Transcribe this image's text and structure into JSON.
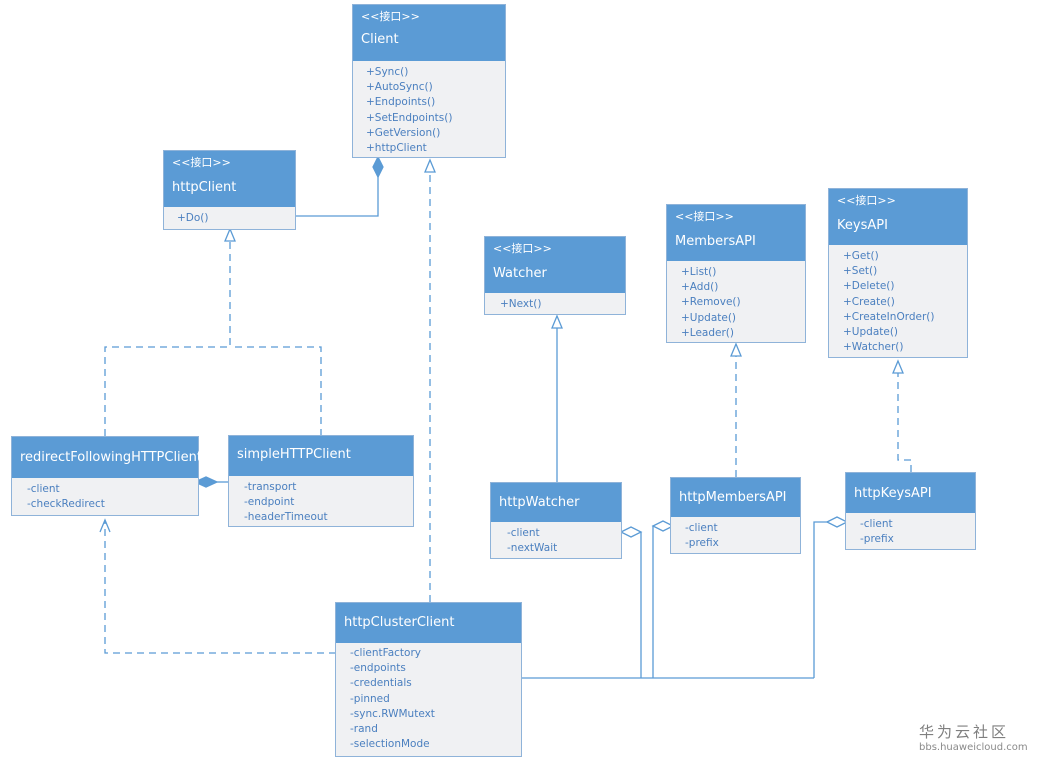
{
  "classes": {
    "client": {
      "stereotype": "<<接口>>",
      "name": "Client",
      "members": [
        "+Sync()",
        "+AutoSync()",
        "+Endpoints()",
        "+SetEndpoints()",
        "+GetVersion()",
        "+httpClient"
      ]
    },
    "http_client": {
      "stereotype": "<<接口>>",
      "name": "httpClient",
      "members": [
        "+Do()"
      ]
    },
    "watcher": {
      "stereotype": "<<接口>>",
      "name": "Watcher",
      "members": [
        "+Next()"
      ]
    },
    "members_api": {
      "stereotype": "<<接口>>",
      "name": "MembersAPI",
      "members": [
        "+List()",
        "+Add()",
        "+Remove()",
        "+Update()",
        "+Leader()"
      ]
    },
    "keys_api": {
      "stereotype": "<<接口>>",
      "name": "KeysAPI",
      "members": [
        "+Get()",
        "+Set()",
        "+Delete()",
        "+Create()",
        "+CreateInOrder()",
        "+Update()",
        "+Watcher()"
      ]
    },
    "redirect_client": {
      "name": "redirectFollowingHTTPClient",
      "members": [
        "-client",
        "-checkRedirect"
      ]
    },
    "simple_client": {
      "name": "simpleHTTPClient",
      "members": [
        "-transport",
        "-endpoint",
        "-headerTimeout"
      ]
    },
    "http_watcher": {
      "name": "httpWatcher",
      "members": [
        "-client",
        "-nextWait"
      ]
    },
    "http_members_api": {
      "name": "httpMembersAPI",
      "members": [
        "-client",
        "-prefix"
      ]
    },
    "http_keys_api": {
      "name": "httpKeysAPI",
      "members": [
        "-client",
        "-prefix"
      ]
    },
    "cluster_client": {
      "name": "httpClusterClient",
      "members": [
        "-clientFactory",
        "-endpoints",
        "-credentials",
        "-pinned",
        "-sync.RWMutext",
        "-rand",
        "-selectionMode"
      ]
    }
  },
  "watermark": {
    "title": "华为云社区",
    "url": "bbs.huaweicloud.com"
  },
  "colors": {
    "header": "#5b9bd5",
    "body": "#f0f1f3",
    "line": "#5b9bd5",
    "member_text": "#4a7fbf"
  }
}
